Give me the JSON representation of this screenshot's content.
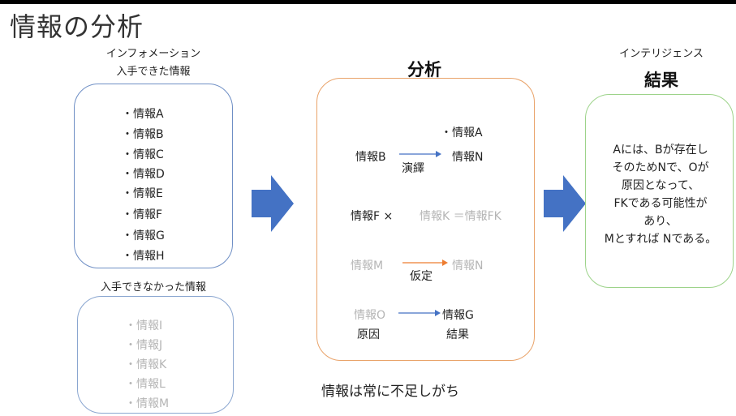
{
  "title": "情報の分析",
  "left": {
    "header1": "インフォメーション",
    "header2": "入手できた情報",
    "available": [
      "・情報A",
      "・情報B",
      "・情報C",
      "・情報D",
      "・情報E",
      "・情報F",
      "・情報G",
      "・情報H"
    ],
    "unavailable_header": "入手できなかった情報",
    "unavailable": [
      "・情報I",
      "・情報J",
      "・情報K",
      "・情報L",
      "・情報M"
    ]
  },
  "center": {
    "header": "分析",
    "row1_top": "・情報A",
    "row1_left": "情報B",
    "row1_right": "情報N",
    "row1_arrow_label": "演繹",
    "row2_left": "情報F ×",
    "row2_right": "情報K ＝情報FK",
    "row3_left": "情報M",
    "row3_right": "情報N",
    "row3_arrow_label": "仮定",
    "row4_left": "情報O",
    "row4_left_sub": "原因",
    "row4_right": "情報G",
    "row4_right_sub": "結果",
    "footer": "情報は常に不足しがち"
  },
  "right": {
    "subheader": "インテリジェンス",
    "header": "結果",
    "lines": [
      "Aには、Bが存在し",
      "そのためNで、Oが",
      "原因となって、",
      "FKである可能性が",
      "あり、",
      "Mとすれば Nである。"
    ]
  },
  "colors": {
    "arrow_blue": "#4472c4",
    "box_blue": "#6f8fc5",
    "box_orange": "#e9a36a",
    "box_green": "#9dd38a",
    "arrow_orange": "#ed7d31",
    "gray_text": "#b5b5b5"
  }
}
